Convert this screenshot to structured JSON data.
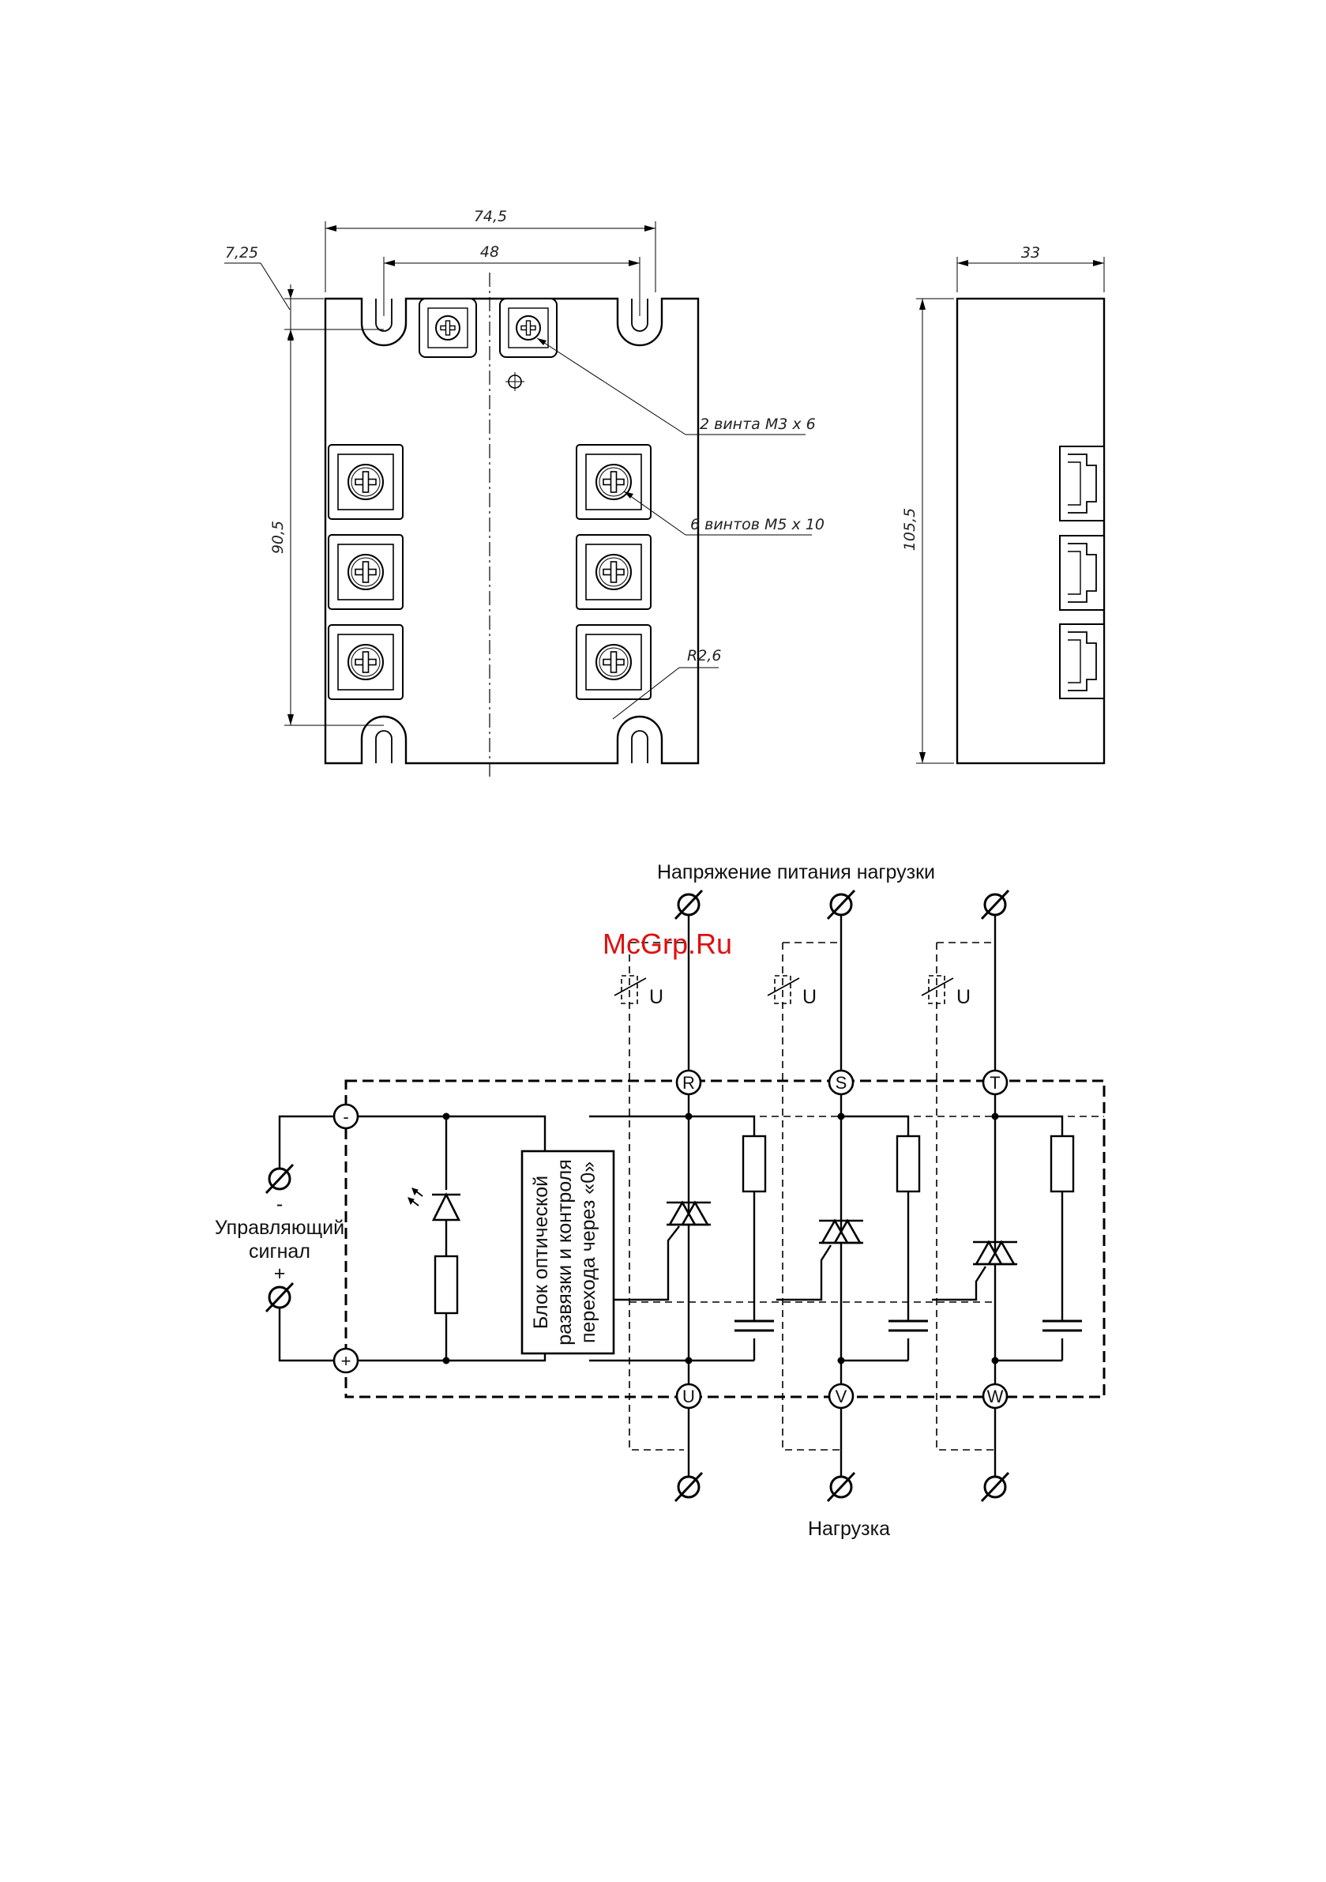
{
  "drawing": {
    "dimensions": {
      "overall_width": "74,5",
      "mount_spacing": "48",
      "edge_offset": "7,25",
      "height": "90,5",
      "full_height": "105,5",
      "depth": "33",
      "radius": "R2,6"
    },
    "callouts": {
      "small_screws": "2 винта М3 х 6",
      "large_screws": "6 винтов М5 х 10"
    }
  },
  "schematic": {
    "supply_label": "Напряжение питания нагрузки",
    "load_label": "Нагрузка",
    "control_label_line1": "Управляющий",
    "control_label_line2": "сигнал",
    "minus": "-",
    "plus": "+",
    "block_line1": "Блок оптической",
    "block_line2": "развязки и контроля",
    "block_line3": "перехода через «0»",
    "varistor_label": "U",
    "top_terminals": [
      "R",
      "S",
      "T"
    ],
    "bottom_terminals": [
      "U",
      "V",
      "W"
    ],
    "control_terminals": [
      "-",
      "+"
    ]
  },
  "watermark": "McGrp.Ru"
}
